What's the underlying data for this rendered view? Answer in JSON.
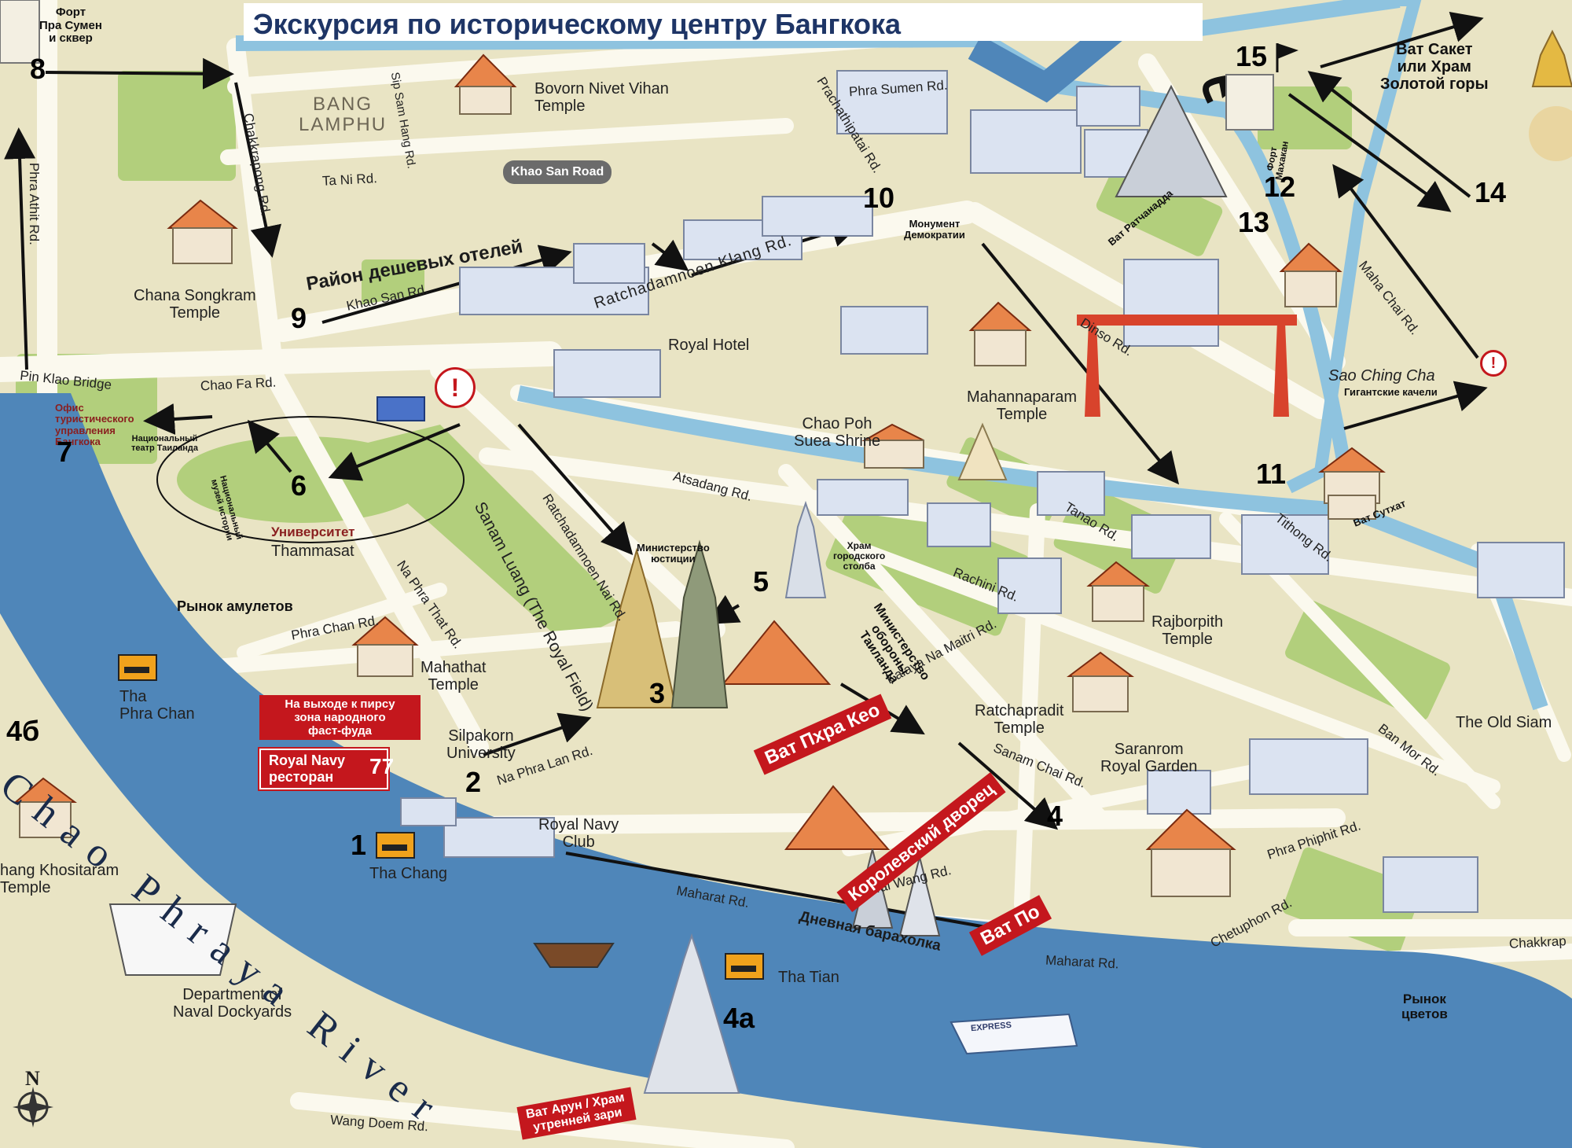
{
  "title": "Экскурсия по историческому центру Бангкока",
  "stops": {
    "n1": "1",
    "n2": "2",
    "n3": "3",
    "n4": "4",
    "n4a": "4а",
    "n4b": "4б",
    "n5": "5",
    "n6": "6",
    "n7": "7",
    "n8": "8",
    "n9": "9",
    "n10": "10",
    "n11": "11",
    "n12": "12",
    "n13": "13",
    "n14": "14",
    "n15": "15"
  },
  "roads": {
    "phra_sumen": "Phra Sumen Rd.",
    "samsen": "Sip Sam Hang Rd.",
    "chakkrapong": "Chakkrapong Rd.",
    "prachathipatai": "Prachathipatai Rd.",
    "ta_ni": "Ta Ni Rd.",
    "phra_athit": "Phra Athit Rd.",
    "khao_san": "Khao San Rd.",
    "ratchadamnoen_klang": "Ratchadamnoen Klang Rd.",
    "chao_fa": "Chao Fa Rd.",
    "pin_klao": "Pin Klao Bridge",
    "dinso": "Dinso Rd.",
    "maha_chai": "Maha Chai Rd.",
    "atsadang": "Atsadang Rd.",
    "ratchadamnoen_nai": "Ratchadamnoen Nai Rd.",
    "sanam_luang": "Sanam Luang (The Royal Field)",
    "na_phra_that": "Na Phra That Rd.",
    "phra_chan": "Phra Chan Rd.",
    "na_phra_lan": "Na Phra Lan Rd.",
    "tanao": "Tanao Rd.",
    "rachini": "Rachini Rd.",
    "tithong": "Tithong Rd.",
    "kalaya": "Kalaya Na Maitri Rd.",
    "sanam_chai": "Sanam Chai Rd.",
    "ban_mor": "Ban Mor Rd.",
    "phra_phiphit": "Phra Phiphit Rd.",
    "tai_wang": "Tai Wang Rd.",
    "maharat1": "Maharat Rd.",
    "maharat2": "Maharat Rd.",
    "chetuphon": "Chetuphon Rd.",
    "wang_doem": "Wang Doem Rd.",
    "chakkrap": "Chakkrap"
  },
  "places": {
    "fort_sumen": "Форт\nПра Сумен\nи сквер",
    "bang_lamphu": "BANG\nLAMPHU",
    "bovorn": "Bovorn Nivet Vihan\nTemple",
    "khao_san_road": "Khao San Road",
    "chana_songkram": "Chana Songkram\nTemple",
    "cheap_hotels": "Район дешевых отелей",
    "royal_hotel": "Royal Hotel",
    "democracy": "Монумент\nДемократии",
    "wat_ratchanadda": "Ват Ратчанадда",
    "fort_mahakan": "Форт\nМахакан",
    "golden_mount": "Ват Сакет\nили Храм\nЗолотой горы",
    "mahannaparam": "Mahannaparam\nTemple",
    "chao_poh": "Chao Poh\nSuea Shrine",
    "sao_ching_cha": "Sao Ching Cha",
    "giant_swing": "Гигантские качели",
    "wat_suthat": "Ват Сутхат",
    "tourist_office": "Офис\nтуристического\nуправления\nБангкока",
    "national_theatre": "Национальный\nтеатр Таиланда",
    "national_museum": "Национальный\nмузей истории",
    "thammasat_ru": "Университет",
    "thammasat": "Thammasat",
    "amulet_market": "Рынок амулетов",
    "ministry_justice": "Министерство\nюстиции",
    "city_pillar": "Храм\nгородского\nстолба",
    "ministry_defence": "Министерство\nобороны\nТаиланда",
    "rajborpith": "Rajborpith\nTemple",
    "ratchapradit": "Ratchapradit\nTemple",
    "saranrom": "Saranrom\nRoyal Garden",
    "old_siam": "The Old Siam",
    "tha_phra_chan": "Tha\nPhra Chan",
    "mahathat": "Mahathat\nTemple",
    "silpakorn": "Silpakorn\nUniversity",
    "food_note": "На выходе к пирсу\nзона народного\nфаст-фуда",
    "royal_navy_rest": "Royal Navy\nресторан",
    "rest_num": "77",
    "royal_navy_club": "Royal Navy\nClub",
    "tha_chang": "Tha Chang",
    "wat_phra_keo": "Ват Пхра Кео",
    "royal_palace": "Королевский дворец",
    "wat_po": "Ват По",
    "flea_market": "Дневная барахолка",
    "tha_tian": "Tha Tian",
    "naval_dockyards": "Department of\nNaval Dockyards",
    "khositaram": "hang Khositaram\nTemple",
    "wat_arun": "Ват Арун / Храм\nутренней зари",
    "flower_market": "Рынок\nцветов",
    "river": "Chao Phraya River",
    "north": "N",
    "alert": "!",
    "express": "EXPRESS"
  },
  "colors": {
    "land": "#e9e4c4",
    "road": "#fbf9ee",
    "water": "#4f86b9",
    "canal": "#8ec3df",
    "park": "#b2cf7c",
    "route": "#111111",
    "accent": "#c4171d",
    "title": "#1e3566"
  }
}
